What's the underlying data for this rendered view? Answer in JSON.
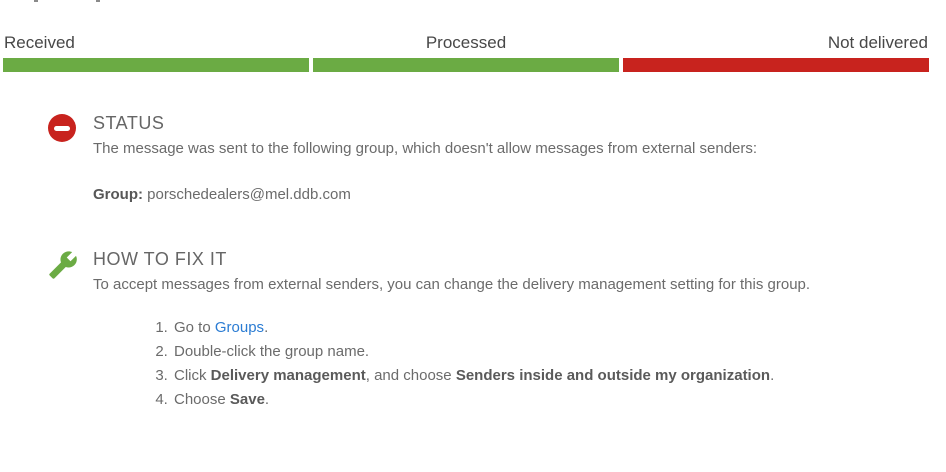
{
  "colors": {
    "success_green": "#6BAB44",
    "error_red": "#C8231E",
    "link_blue": "#2B7CD3",
    "label_gray": "#474747",
    "heading_gray": "#666666",
    "body_gray": "#6b6b6b"
  },
  "tracker": {
    "segments": [
      {
        "label": "Received",
        "status": "success",
        "color": "#6BAB44"
      },
      {
        "label": "Processed",
        "status": "success",
        "color": "#6BAB44"
      },
      {
        "label": "Not delivered",
        "status": "failed",
        "color": "#C8231E"
      }
    ]
  },
  "status_section": {
    "heading": "STATUS",
    "icon": "blocked-icon",
    "description": "The message was sent to the following group, which doesn't allow messages from external senders:",
    "group_label": "Group:",
    "group_value": "porschedealers@mel.ddb.com"
  },
  "fix_section": {
    "heading": "HOW TO FIX IT",
    "icon": "wrench-icon",
    "description": "To accept messages from external senders, you can change the delivery management setting for this group.",
    "steps": [
      {
        "runs": [
          {
            "text": "Go to "
          },
          {
            "text": "Groups",
            "style": "link",
            "name": "groups-link"
          },
          {
            "text": "."
          }
        ]
      },
      {
        "runs": [
          {
            "text": "Double-click the group name."
          }
        ]
      },
      {
        "runs": [
          {
            "text": "Click "
          },
          {
            "text": "Delivery management",
            "style": "bold"
          },
          {
            "text": ", and choose "
          },
          {
            "text": "Senders inside and outside my organization",
            "style": "bold"
          },
          {
            "text": "."
          }
        ]
      },
      {
        "runs": [
          {
            "text": "Choose "
          },
          {
            "text": "Save",
            "style": "bold"
          },
          {
            "text": "."
          }
        ]
      }
    ]
  }
}
